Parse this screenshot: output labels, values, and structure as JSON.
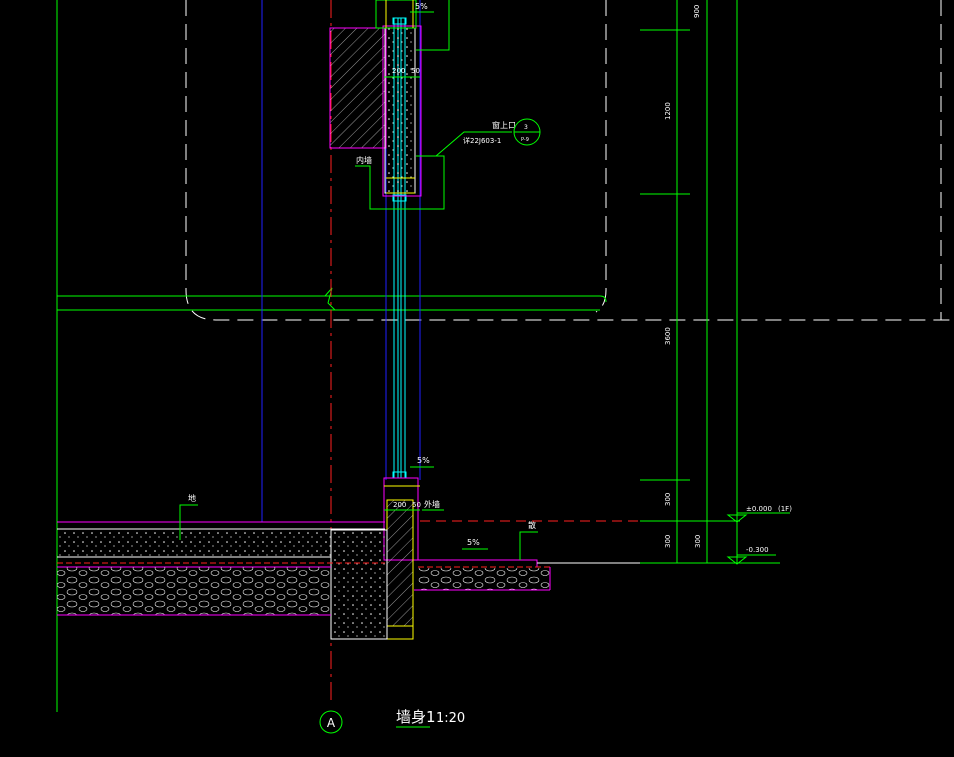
{
  "colors": {
    "background": "#000000",
    "green": "#00ff00",
    "magenta": "#ff00ff",
    "red": "#ff2020",
    "blue": "#2020ff",
    "cyan": "#00ffff",
    "yellow": "#ffff00",
    "white": "#ffffff"
  },
  "labels": {
    "slope_top": "5%",
    "slope_mid": "5%",
    "slope_ground": "5%",
    "dim_200_top": "200",
    "dim_50_top": "50",
    "dim_200_bottom": "200",
    "dim_50_bottom": "50",
    "window_sill": "窗上口",
    "window_ref": "详22J603-1",
    "detail_no": "3",
    "detail_page": "P-9",
    "inner_wall": "内墙",
    "outer_wall": "外墙",
    "floor": "地",
    "apron": "散",
    "elev_zero": "±0.000",
    "elev_zero_floor": "(1F)",
    "elev_minus": "-0.300",
    "grid_axis": "A",
    "title": "墙身1",
    "scale": "1:20"
  },
  "dimensions": {
    "d1": "900",
    "d2": "1200",
    "d3": "3600",
    "d4": "300",
    "d5": "300",
    "d6": "300"
  }
}
